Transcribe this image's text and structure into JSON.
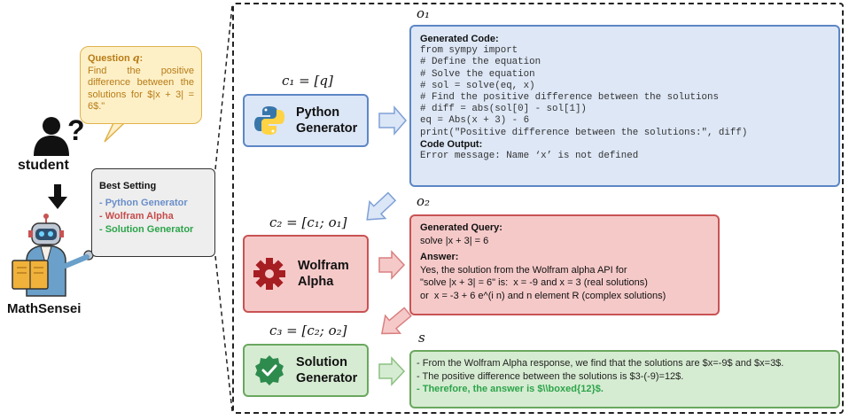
{
  "question": {
    "title": "Question",
    "symbol": "q",
    "text": "Find the positive difference between the solutions for $|x + 3| = 6$.\""
  },
  "student_label": "student",
  "sensei_label": "MathSensei",
  "best_setting": {
    "title": "Best Setting",
    "items": [
      "- Python Generator",
      "- Wolfram Alpha",
      "- Solution Generator"
    ]
  },
  "modules": {
    "python": {
      "line1": "Python",
      "line2": "Generator",
      "context": "c₁ = [q]"
    },
    "wolfram": {
      "line1": "Wolfram",
      "line2": "Alpha",
      "context": "c₂ = [c₁; o₁]"
    },
    "solution": {
      "line1": "Solution",
      "line2": "Generator",
      "context": "c₃ = [c₂; o₂]"
    }
  },
  "outputs": {
    "o1_label": "o₁",
    "o2_label": "o₂",
    "s_label": "s",
    "code": {
      "heading": "Generated Code:",
      "lines": [
        "from sympy import",
        "# Define the equation",
        "# Solve the equation",
        "# sol = solve(eq, x)",
        "# Find the positive difference between the solutions",
        "# diff = abs(sol[0] - sol[1])",
        "eq = Abs(x + 3) - 6",
        "print(\"Positive difference between the solutions:\", diff)"
      ],
      "output_heading": "Code Output:",
      "output_text": "Error message: Name ‘x’ is not defined"
    },
    "wolfram": {
      "query_heading": "Generated Query:",
      "query": "solve |x + 3| = 6",
      "answer_heading": "Answer:",
      "answer_lines": [
        "Yes, the solution from the Wolfram alpha API for",
        "\"solve |x + 3| = 6\" is:  x = -9 and x = 3 (real solutions)",
        "or  x = -3 + 6 e^(i n) and n element R (complex solutions)"
      ]
    },
    "solution": {
      "lines": [
        "- From the Wolfram Alpha response, we find that the solutions are $x=-9$ and $x=3$.",
        "- The positive difference between the solutions is $3-(-9)=12$."
      ],
      "final": "- Therefore, the answer is $\\\\boxed{12}$."
    }
  },
  "colors": {
    "blue": "#5d86c5",
    "red": "#c85353",
    "green": "#6aa75f",
    "yellow": "#e2b24d"
  }
}
